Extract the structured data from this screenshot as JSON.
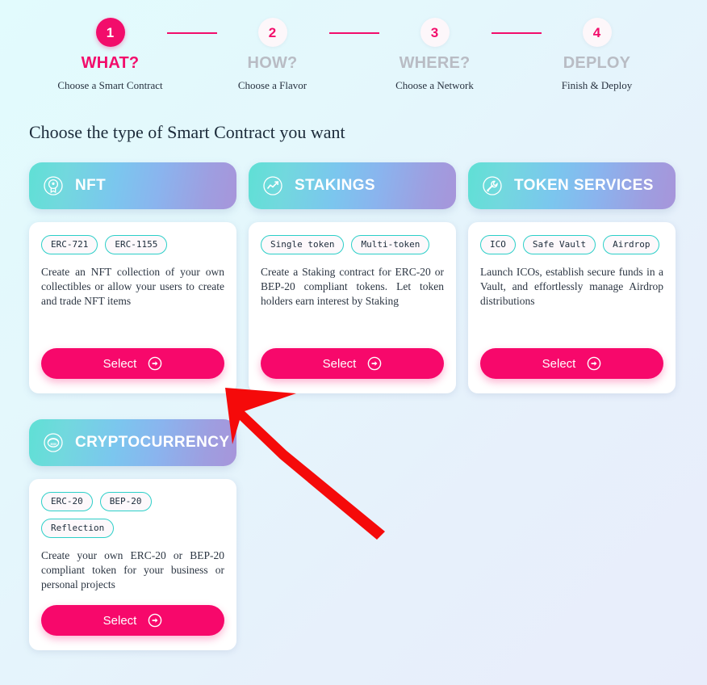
{
  "theme": {
    "accent_pink": "#f7086b",
    "tag_border_teal": "#2ccfc8",
    "header_gradient_from": "#5fe0d5",
    "header_gradient_to": "#a795da",
    "annotation_arrow": "#f50a0a"
  },
  "stepper": {
    "steps": [
      {
        "number": "1",
        "title": "WHAT?",
        "subtitle": "Choose a Smart Contract",
        "state": "active"
      },
      {
        "number": "2",
        "title": "HOW?",
        "subtitle": "Choose a Flavor",
        "state": "inactive"
      },
      {
        "number": "3",
        "title": "WHERE?",
        "subtitle": "Choose a Network",
        "state": "inactive"
      },
      {
        "number": "4",
        "title": "DEPLOY",
        "subtitle": "Finish & Deploy",
        "state": "inactive"
      }
    ]
  },
  "page": {
    "heading": "Choose the type of Smart Contract you want"
  },
  "categories": [
    {
      "title": "NFT",
      "icon": "nft-badge-icon",
      "tags": [
        "ERC-721",
        "ERC-1155"
      ],
      "description": "Create an NFT collection of your own collectibles or allow your users to create and trade NFT items",
      "select_label": "Select"
    },
    {
      "title": "STAKINGS",
      "icon": "chart-line-up-icon",
      "tags": [
        "Single token",
        "Multi-token"
      ],
      "description": "Create a Staking contract for ERC-20 or BEP-20 compliant tokens. Let token holders earn interest by Staking",
      "select_label": "Select"
    },
    {
      "title": "TOKEN SERVICES",
      "icon": "wrench-icon",
      "tags": [
        "ICO",
        "Safe Vault",
        "Airdrop"
      ],
      "description": "Launch ICOs, establish secure funds in a Vault, and effortlessly manage Airdrop distributions",
      "select_label": "Select"
    },
    {
      "title": "CRYPTOCURRENCY",
      "icon": "coin-icon",
      "tags": [
        "ERC-20",
        "BEP-20",
        "Reflection"
      ],
      "description": "Create your own ERC-20 or BEP-20 compliant token for your business or personal projects",
      "select_label": "Select"
    }
  ]
}
